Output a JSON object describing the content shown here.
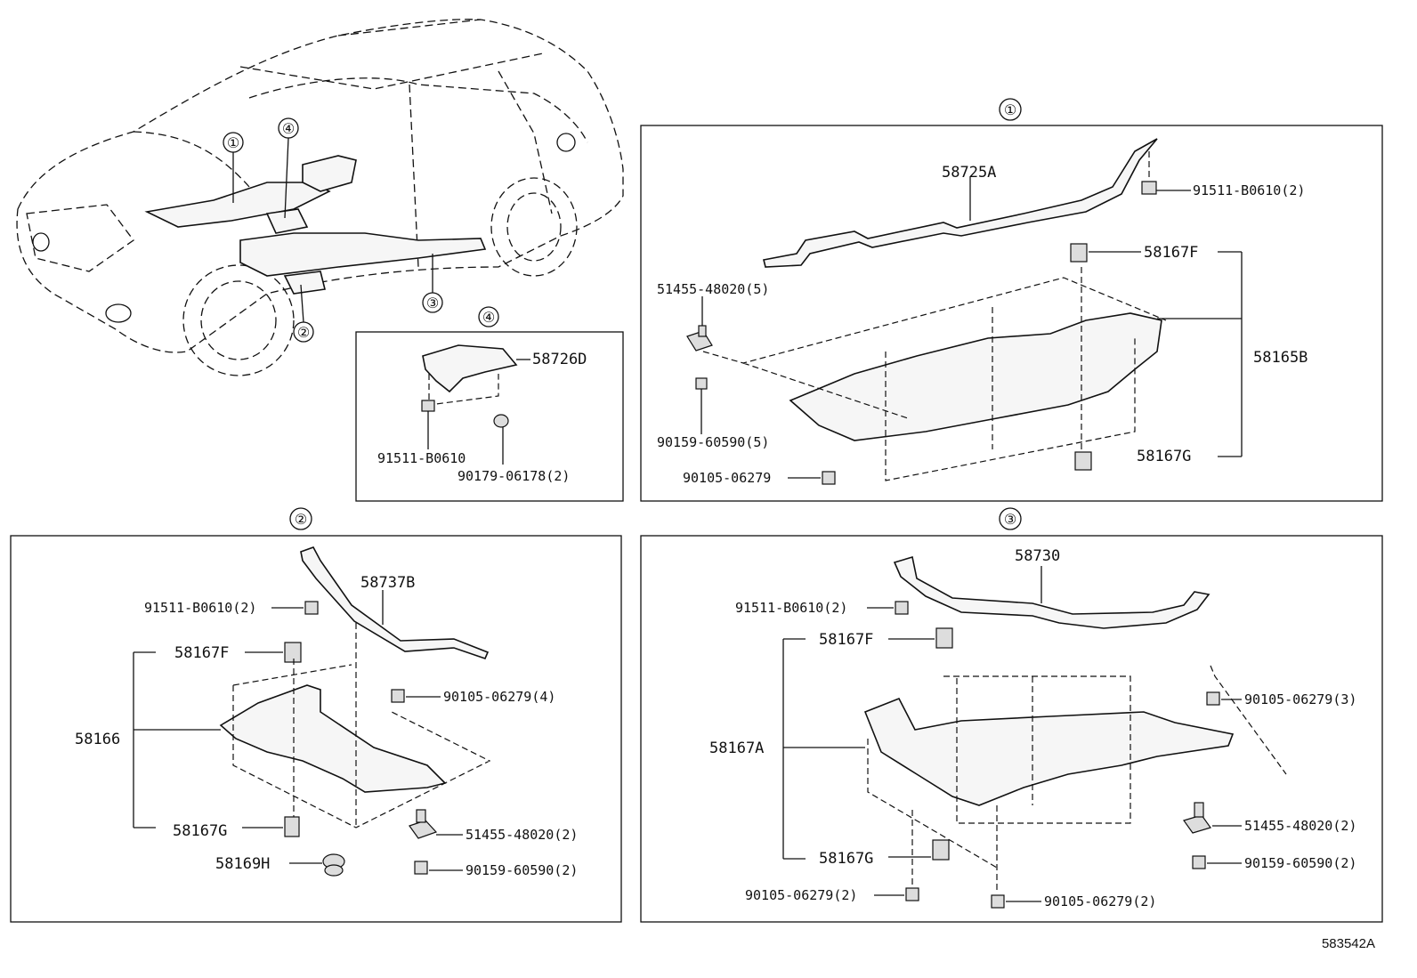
{
  "diagram_id": "583542A",
  "car_callouts": [
    "①",
    "④",
    "③",
    "②"
  ],
  "panel1": {
    "marker": "①",
    "parts": {
      "p58725A": "58725A",
      "p91511": "91511-B0610(2)",
      "p58167F": "58167F",
      "p51455": "51455-48020(5)",
      "p58165B": "58165B",
      "p90159": "90159-60590(5)",
      "p58167G": "58167G",
      "p90105": "90105-06279"
    }
  },
  "panel2": {
    "marker": "②",
    "parts": {
      "p58737B": "58737B",
      "p91511": "91511-B0610(2)",
      "p58167F": "58167F",
      "p90105": "90105-06279(4)",
      "p58166": "58166",
      "p58167G": "58167G",
      "p51455": "51455-48020(2)",
      "p58169H": "58169H",
      "p90159": "90159-60590(2)"
    }
  },
  "panel3": {
    "marker": "③",
    "parts": {
      "p58730": "58730",
      "p91511": "91511-B0610(2)",
      "p58167F": "58167F",
      "p90105a": "90105-06279(3)",
      "p58167A": "58167A",
      "p51455": "51455-48020(2)",
      "p58167G": "58167G",
      "p90159": "90159-60590(2)",
      "p90105b": "90105-06279(2)",
      "p90105c": "90105-06279(2)"
    }
  },
  "panel4": {
    "marker": "④",
    "parts": {
      "p58726D": "58726D",
      "p91511": "91511-B0610",
      "p90179": "90179-06178(2)"
    }
  }
}
